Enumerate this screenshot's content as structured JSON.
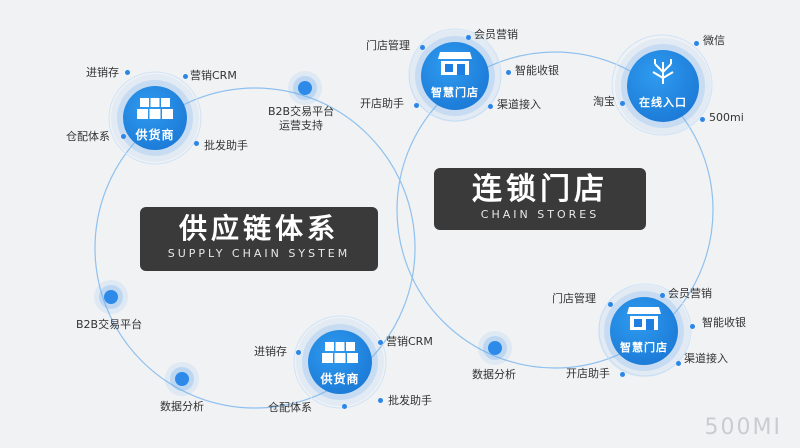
{
  "supply_chain": {
    "title": "供应链体系",
    "subtitle": "SUPPLY CHAIN SYSTEM"
  },
  "chain_stores": {
    "title": "连锁门店",
    "subtitle": "CHAIN STORES"
  },
  "supplier_top": {
    "name": "供货商",
    "items": [
      "进销存",
      "营销CRM",
      "仓配体系",
      "批发助手"
    ]
  },
  "supplier_bottom": {
    "name": "供货商",
    "items": [
      "进销存",
      "营销CRM",
      "仓配体系",
      "批发助手"
    ]
  },
  "store_top": {
    "name": "智慧门店",
    "items": [
      "门店管理",
      "会员营销",
      "智能收银",
      "开店助手",
      "渠道接入"
    ]
  },
  "store_bottom": {
    "name": "智慧门店",
    "items": [
      "门店管理",
      "会员营销",
      "智能收银",
      "开店助手",
      "渠道接入"
    ]
  },
  "online": {
    "name": "在线入口",
    "items": [
      "微信",
      "淘宝",
      "500mi"
    ]
  },
  "relays": {
    "b2b_ops": "B2B交易平台\n运营支持",
    "b2b_platform": "B2B交易平台",
    "data_left": "数据分析",
    "data_right": "数据分析"
  },
  "watermark": "500MI",
  "colors": {
    "hub_blue": "#1e7fe0",
    "line_blue": "#8fc1ee",
    "title_box": "#3a3a3a",
    "background": "#f1f2f4"
  }
}
